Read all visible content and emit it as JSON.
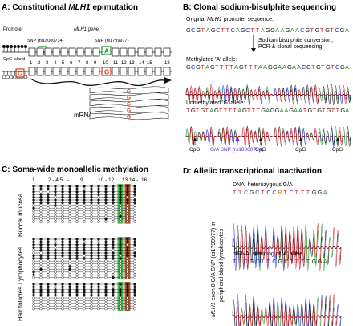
{
  "panelA": {
    "title_prefix": "A: Constitutional ",
    "title_gene": "MLH1",
    "title_suffix": " epimutation",
    "promoter": "Promoter",
    "gene_label": "MLH1 gene",
    "snp1": "SNP (rs18000734)",
    "snp2": "SNP (rs1799977)",
    "allele_a": "A",
    "allele_g": "G",
    "cpg_island": "CpG island",
    "exons": [
      "1",
      "2",
      "3",
      "4",
      "5",
      "6",
      "7",
      "8",
      "9",
      "10",
      "11",
      "12",
      "13",
      "14",
      "15",
      "-",
      "18"
    ],
    "mrna": "mRNA",
    "mrna_alleles": [
      "G",
      "G",
      "G",
      "G",
      "G"
    ]
  },
  "panelB": {
    "title": "B: Clonal sodium-bisulphite sequencing",
    "orig_label_prefix": "Original ",
    "orig_label_gene": "MLH1",
    "orig_label_suffix": " promoter sequence:",
    "orig_seq": "GCGTAGCTTCAGCTTAGGAAGAACGTGTGTCGA",
    "step1": "Sodium bisulphite conversion,",
    "step2": "PCR & clonal sequencing",
    "meth_label": "Methylated 'A' allele:",
    "meth_seq": "GCGTAGTTTTAGTTTAAGGAAGAACGTGTGTCGA",
    "unmeth_label": "Unmethylated 'G' allele:",
    "unmeth_seq": "TGTGTAGTTTTAGTTTGAGGAAGAATGTGTGTTGA",
    "cpg": "CpG",
    "snp": "G/A SNP (rs18000734)"
  },
  "panelC": {
    "title": "C: Soma-wide monoallelic methylation",
    "col_labels": [
      "1",
      "2 - 4 5",
      "-",
      "9",
      "10 - 12",
      "13 14",
      "-",
      "16"
    ],
    "tissues": [
      "Buccal mucosa",
      "Lymphocytes",
      "Hair follicles"
    ]
  },
  "panelD": {
    "title": "D: Allelic transcriptional inactivation",
    "dna_label": "DNA, heterozygous G/A",
    "dna_seq": "TTCGCTCCRTCTTTGGA",
    "mrna_label": "mRNA, silencing of 'A' allele",
    "mrna_seq": "TTCGCTCCGTCTTTGGA",
    "side1_prefix": "MLH1",
    "side1_suffix": " exon 8 G/A SNP (rs1799977) in",
    "side2": "peripheral blood lymphocytes"
  },
  "colors": {
    "A": "#1e8f2a",
    "C": "#1f2fd6",
    "G": "#111111",
    "T": "#d42020",
    "R": "#d07a00",
    "snp_purple": "#5a2bd0",
    "green_col": "#3ec24a",
    "brown_col": "#b5532a"
  }
}
